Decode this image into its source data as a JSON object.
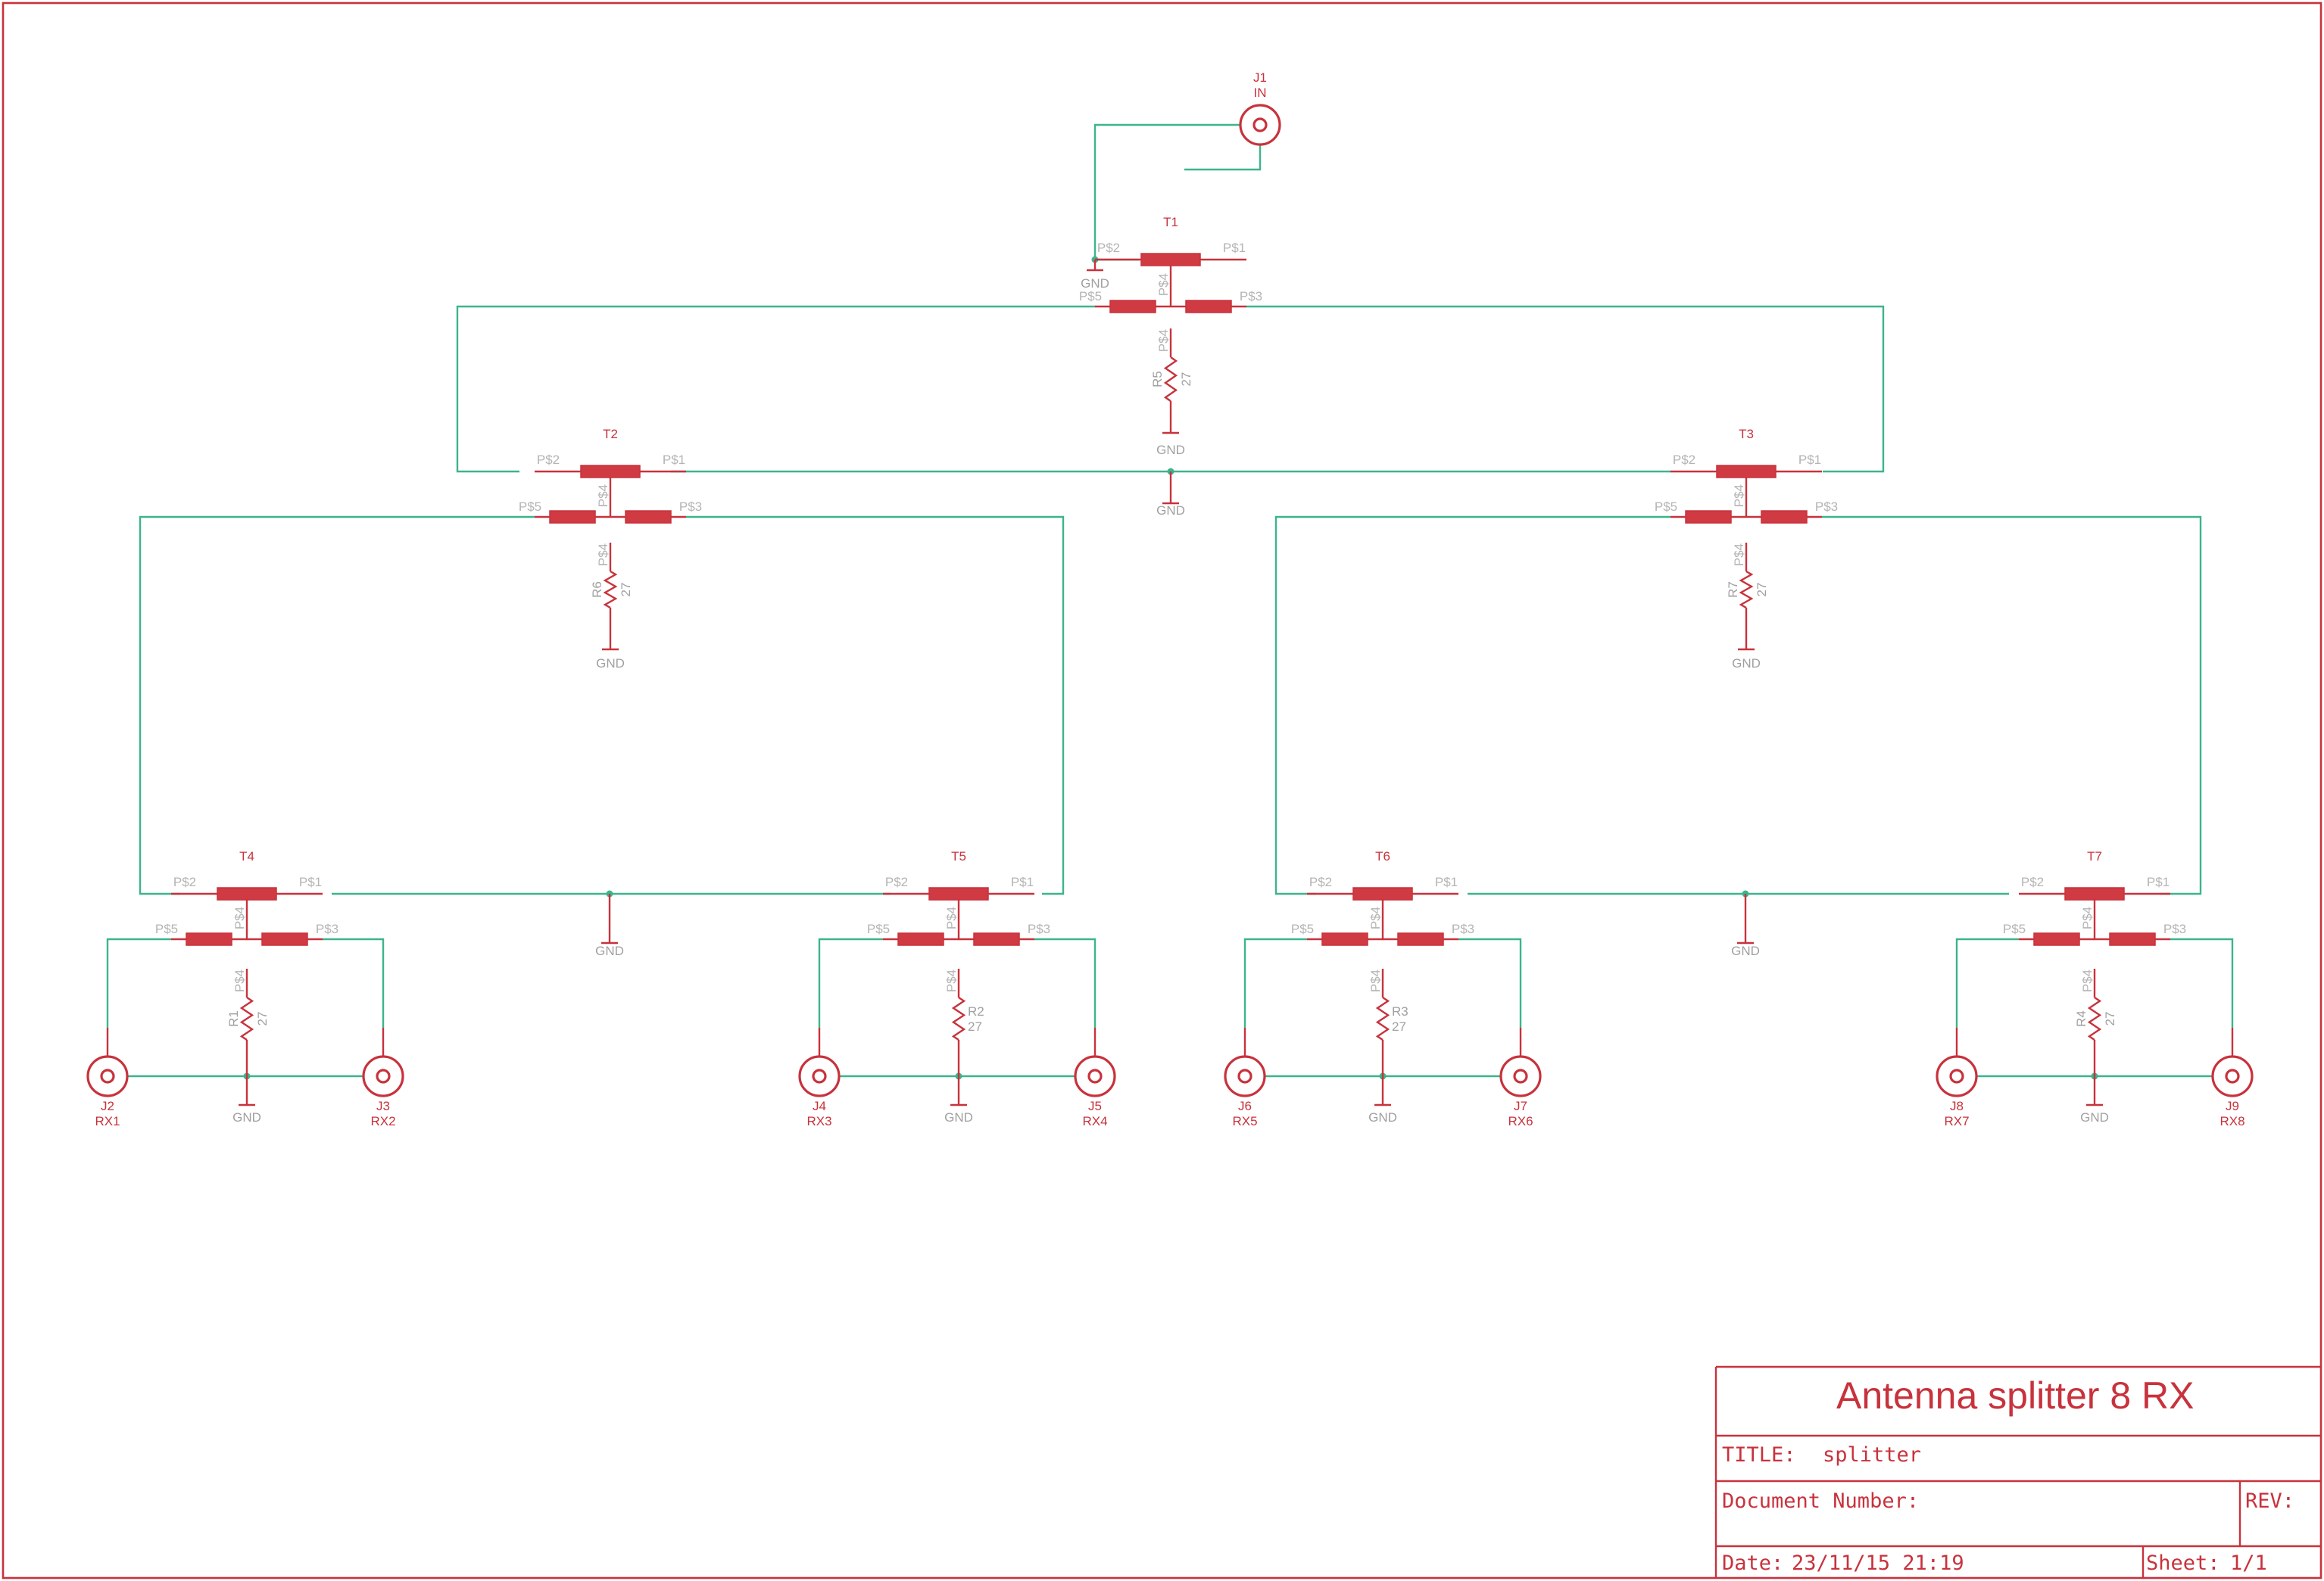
{
  "title_block": {
    "heading": "Antenna splitter 8 RX",
    "title_label": "TITLE:",
    "title_value": "splitter",
    "docnum_label": "Document Number:",
    "rev_label": "REV:",
    "date_label": "Date:",
    "date_value": "23/11/15 21:19",
    "sheet_label": "Sheet:",
    "sheet_value": "1/1"
  },
  "labels": {
    "gnd": "GND",
    "p1": "P$1",
    "p2": "P$2",
    "p3": "P$3",
    "p4": "P$4",
    "p5": "P$5"
  },
  "input": {
    "ref": "J1",
    "value": "IN"
  },
  "transformers": [
    {
      "ref": "T1"
    },
    {
      "ref": "T2"
    },
    {
      "ref": "T3"
    },
    {
      "ref": "T4"
    },
    {
      "ref": "T5"
    },
    {
      "ref": "T6"
    },
    {
      "ref": "T7"
    }
  ],
  "resistors": [
    {
      "ref": "R1",
      "value": "27"
    },
    {
      "ref": "R2",
      "value": "27"
    },
    {
      "ref": "R3",
      "value": "27"
    },
    {
      "ref": "R4",
      "value": "27"
    },
    {
      "ref": "R5",
      "value": "27"
    },
    {
      "ref": "R6",
      "value": "27"
    },
    {
      "ref": "R7",
      "value": "27"
    }
  ],
  "outputs": [
    {
      "ref": "J2",
      "value": "RX1"
    },
    {
      "ref": "J3",
      "value": "RX2"
    },
    {
      "ref": "J4",
      "value": "RX3"
    },
    {
      "ref": "J5",
      "value": "RX4"
    },
    {
      "ref": "J6",
      "value": "RX5"
    },
    {
      "ref": "J7",
      "value": "RX6"
    },
    {
      "ref": "J8",
      "value": "RX7"
    },
    {
      "ref": "J9",
      "value": "RX8"
    }
  ],
  "colors": {
    "symbol": "#c8323c",
    "wire": "#3cb48c",
    "pin_text": "#b4b4b4"
  }
}
